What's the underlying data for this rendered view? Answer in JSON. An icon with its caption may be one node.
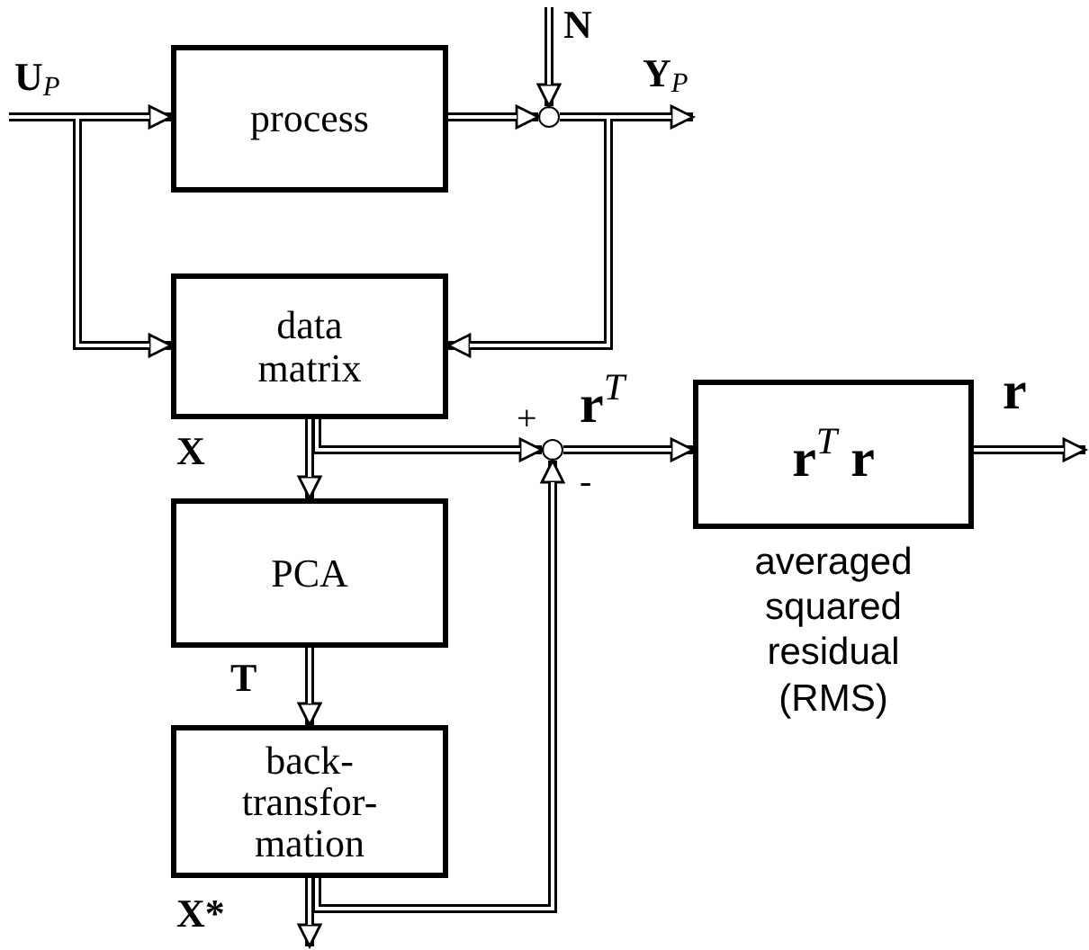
{
  "diagram": {
    "nodes": [
      {
        "text": [
          "process"
        ]
      },
      {
        "text": [
          "data matrix"
        ]
      },
      {
        "text": [
          "PCA"
        ]
      },
      {
        "text": [
          "back-transfor-mation"
        ]
      },
      {
        "text": [],
        "shape": "circle"
      },
      {
        "text": [],
        "shape": "circle"
      },
      {
        "text": [
          "**r**$^{T}$ **r**"
        ],
        "beside": [
          "averaged squared residual (RMS)"
        ]
      }
    ],
    "edges": [
      {
        "from": null,
        "to": 0,
        "arrow": "to",
        "label": "U$_{P}$"
      },
      {
        "from": null,
        "to": 1,
        "arrow": "to"
      },
      {
        "from": 0,
        "to": 4,
        "arrow": "to"
      },
      {
        "from": null,
        "to": 4,
        "arrow": "to",
        "label": "N"
      },
      {
        "from": 4,
        "to": null,
        "arrow": "to",
        "label": "Y$_{P}$"
      },
      {
        "from": 4,
        "to": 1,
        "arrow": "to"
      },
      {
        "from": 1,
        "to": 2,
        "arrow": "to",
        "label": "X"
      },
      {
        "from": 1,
        "to": 5,
        "arrow": "to"
      },
      {
        "from": 2,
        "to": 3,
        "arrow": "to",
        "label": "T"
      },
      {
        "from": 3,
        "to": null,
        "arrow": "to",
        "label": "X*"
      },
      {
        "from": 3,
        "to": 5,
        "arrow": "to"
      },
      {
        "from": 5,
        "to": 6,
        "arrow": "to",
        "label": "r$^{T}$"
      },
      {
        "from": 6,
        "to": null,
        "arrow": "to",
        "label": "r"
      }
    ],
    "labels": [
      "+",
      "-"
    ]
  }
}
